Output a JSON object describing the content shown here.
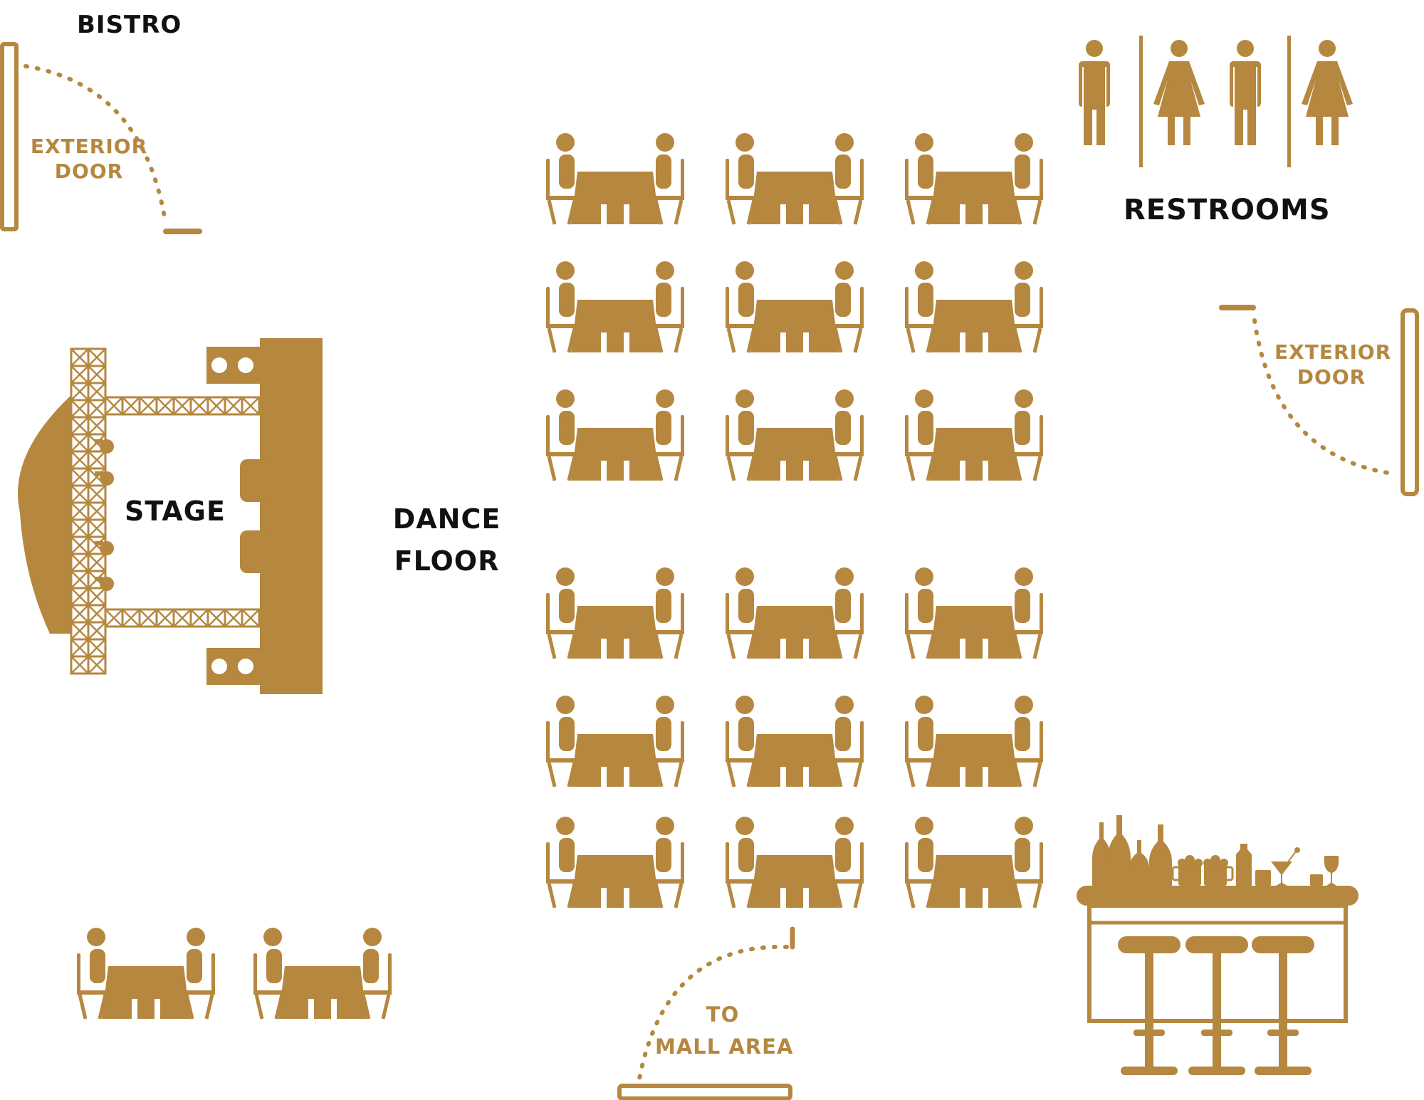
{
  "labels": {
    "bistro": "BISTRO",
    "exterior_door_left_line1": "EXTERIOR",
    "exterior_door_left_line2": "DOOR",
    "restrooms": "RESTROOMS",
    "exterior_door_right_line1": "EXTERIOR",
    "exterior_door_right_line2": "DOOR",
    "stage": "STAGE",
    "dance_floor_line1": "DANCE",
    "dance_floor_line2": "FLOOR",
    "mall_line1": "TO",
    "mall_line2": "MALL AREA"
  },
  "colors": {
    "accent": "#B5873F",
    "text": "#111111",
    "background": "#FFFFFF"
  },
  "icons": {
    "table_set": "two-person-table-icon",
    "restroom_men": "men-restroom-icon",
    "restroom_women": "women-restroom-icon",
    "stage_truss": "stage-truss-icon",
    "bar": "bar-counter-icon",
    "door": "door-swing-icon"
  }
}
